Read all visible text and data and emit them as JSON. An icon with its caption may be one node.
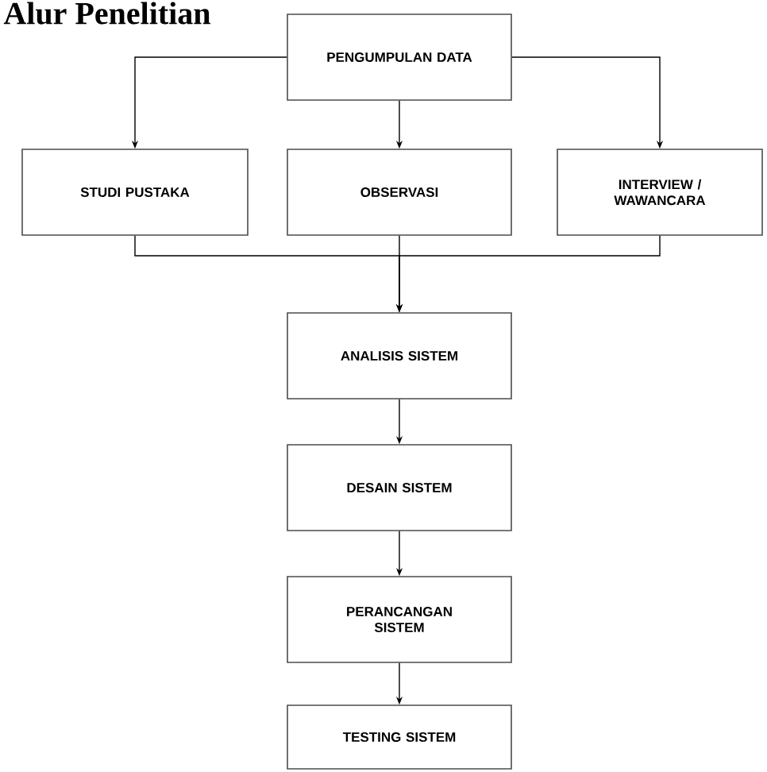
{
  "diagram": {
    "title": "Alur Penelitian",
    "nodes": [
      {
        "text": [
          "PENGUMPULAN DATA"
        ]
      },
      {
        "text": [
          "STUDI PUSTAKA"
        ]
      },
      {
        "text": [
          "OBSERVASI"
        ]
      },
      {
        "text": [
          "INTERVIEW / WAWANCARA"
        ]
      },
      {
        "text": [
          "ANALISIS SISTEM"
        ]
      },
      {
        "text": [
          "DESAIN SISTEM"
        ]
      },
      {
        "text": [
          "PERANCANGAN SISTEM"
        ]
      },
      {
        "text": [
          "TESTING SISTEM"
        ]
      }
    ],
    "edges": [
      {
        "from": 0,
        "to": 1,
        "arrow": "to"
      },
      {
        "from": 0,
        "to": 2,
        "arrow": "to"
      },
      {
        "from": 0,
        "to": 3,
        "arrow": "to"
      },
      {
        "from": 1,
        "to": 4,
        "arrow": "to"
      },
      {
        "from": 2,
        "to": 4,
        "arrow": "to"
      },
      {
        "from": 3,
        "to": 4,
        "arrow": "to"
      },
      {
        "from": 4,
        "to": 5,
        "arrow": "to"
      },
      {
        "from": 5,
        "to": 6,
        "arrow": "to"
      },
      {
        "from": 6,
        "to": 7,
        "arrow": "to"
      }
    ]
  }
}
